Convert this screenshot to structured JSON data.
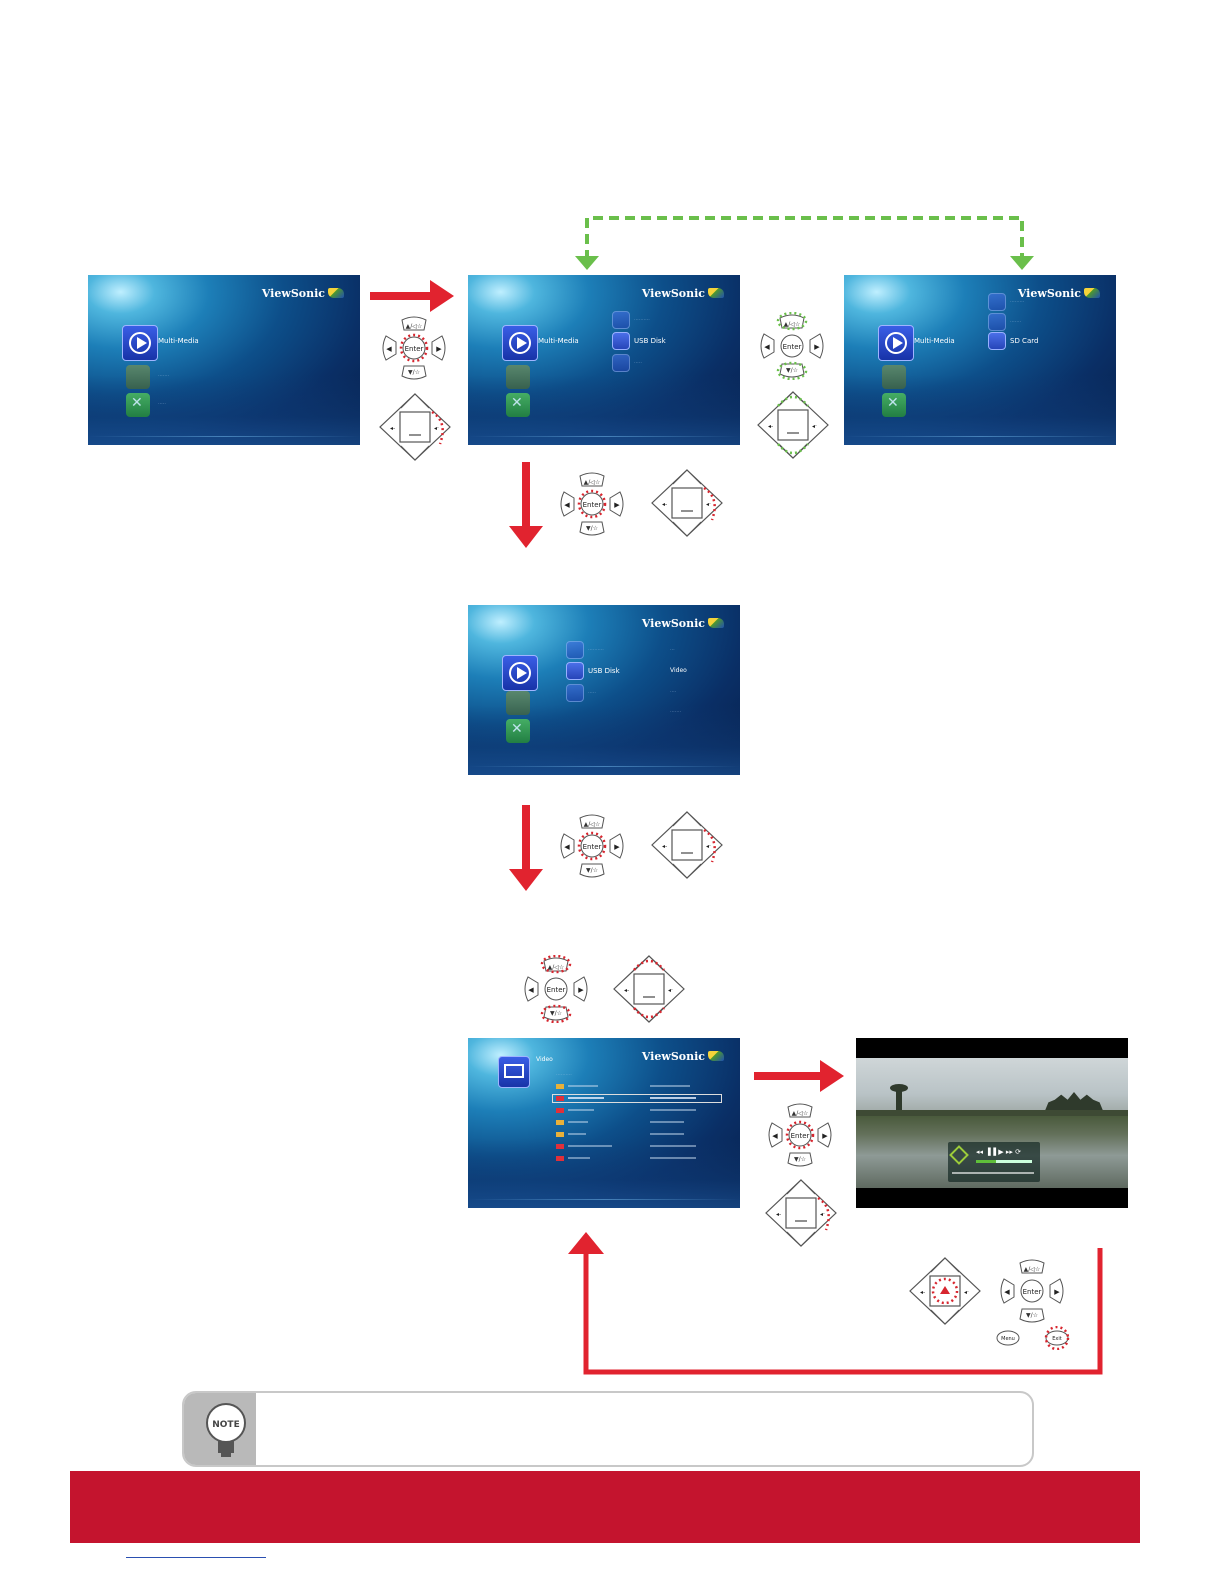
{
  "brand": {
    "name": "ViewSonic"
  },
  "screens": {
    "main": {
      "selected": "Multi-Media"
    },
    "media_usb": {
      "selected_menu": "Multi-Media",
      "selected_source": "USB Disk"
    },
    "media_sd": {
      "selected_menu": "Multi-Media",
      "selected_source": "SD Card"
    },
    "usb_type": {
      "selected_source": "USB Disk",
      "selected_type": "Video"
    },
    "file_list": {
      "title": "Video"
    }
  },
  "remote": {
    "enter_label": "Enter",
    "menu_label": "Menu",
    "exit_label": "Exit"
  },
  "note": {
    "badge": "NOTE"
  },
  "colors": {
    "red_arrow": "#e1232f",
    "green_arrow": "#6abf4b",
    "footer": "#c4142e",
    "brand_accent": "#f5d33a"
  }
}
